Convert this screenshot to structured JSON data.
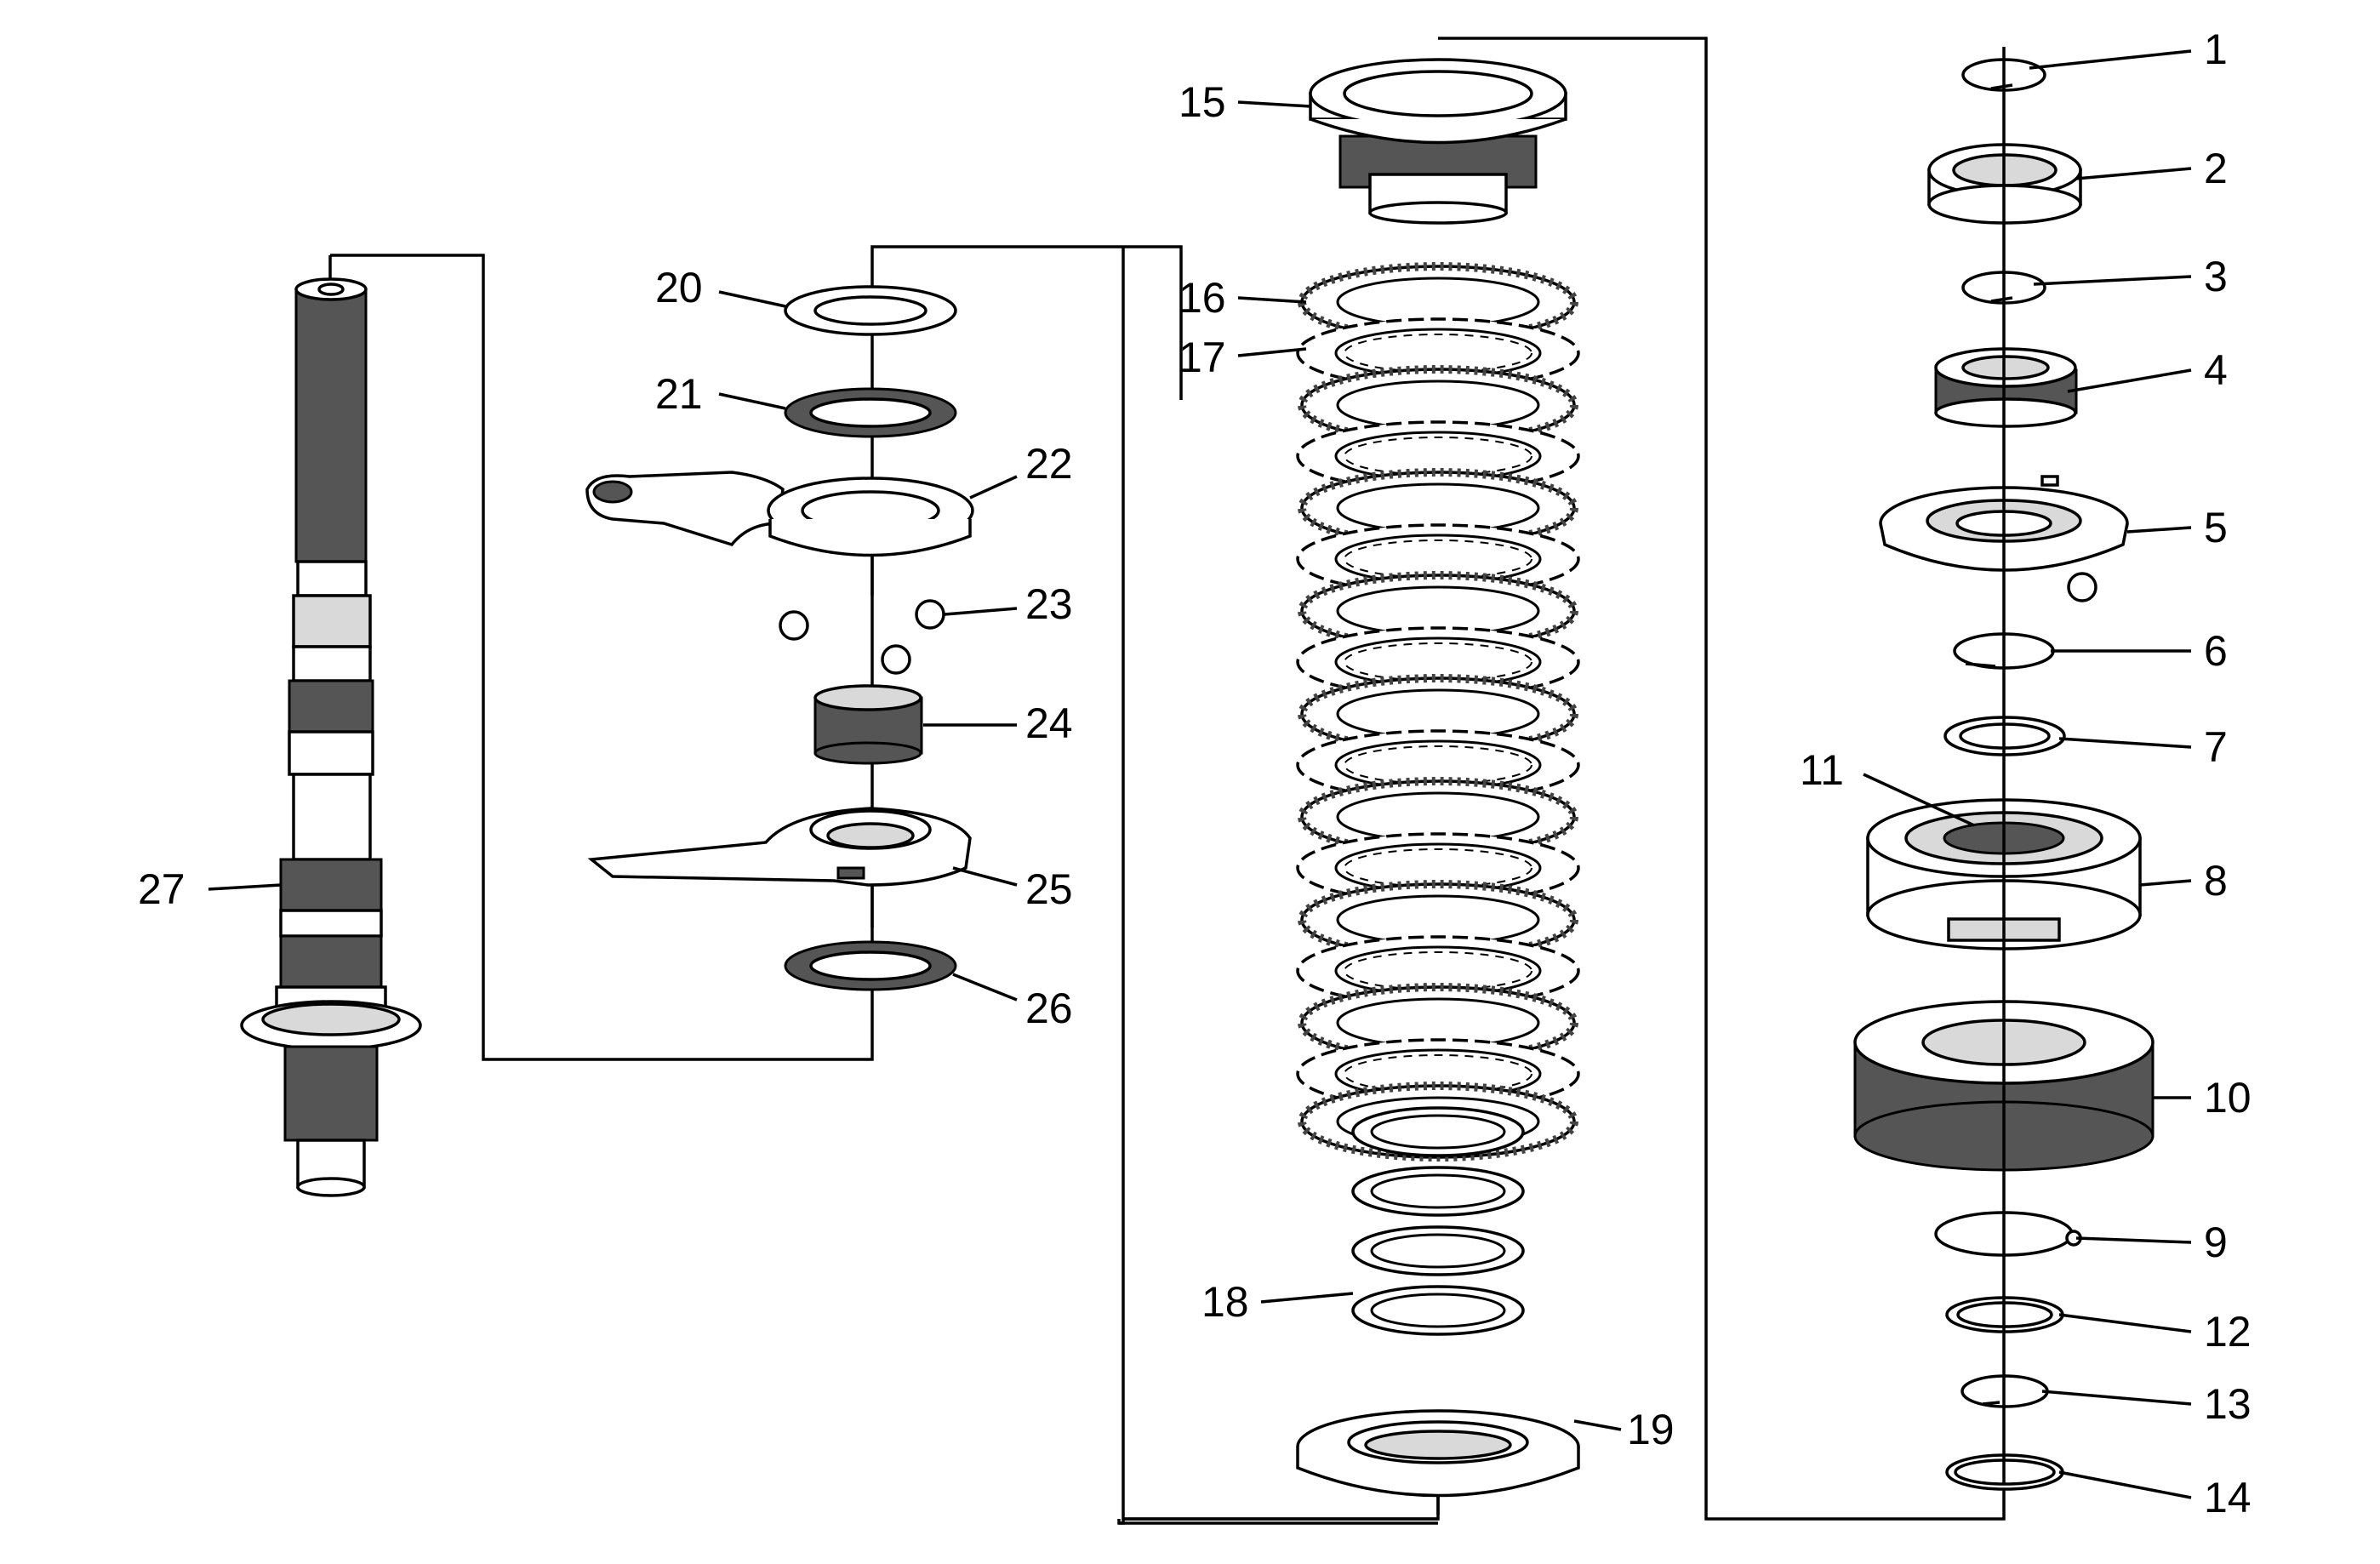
{
  "callouts": [
    {
      "n": "1"
    },
    {
      "n": "2"
    },
    {
      "n": "3"
    },
    {
      "n": "4"
    },
    {
      "n": "5"
    },
    {
      "n": "6"
    },
    {
      "n": "7"
    },
    {
      "n": "8"
    },
    {
      "n": "9"
    },
    {
      "n": "10"
    },
    {
      "n": "11"
    },
    {
      "n": "12"
    },
    {
      "n": "13"
    },
    {
      "n": "14"
    },
    {
      "n": "15"
    },
    {
      "n": "16"
    },
    {
      "n": "17"
    },
    {
      "n": "18"
    },
    {
      "n": "19"
    },
    {
      "n": "20"
    },
    {
      "n": "21"
    },
    {
      "n": "22"
    },
    {
      "n": "23"
    },
    {
      "n": "24"
    },
    {
      "n": "25"
    },
    {
      "n": "26"
    },
    {
      "n": "27"
    }
  ],
  "clutch_stack": {
    "plate_pairs": 8
  },
  "wave_washers": {
    "count": 4
  }
}
